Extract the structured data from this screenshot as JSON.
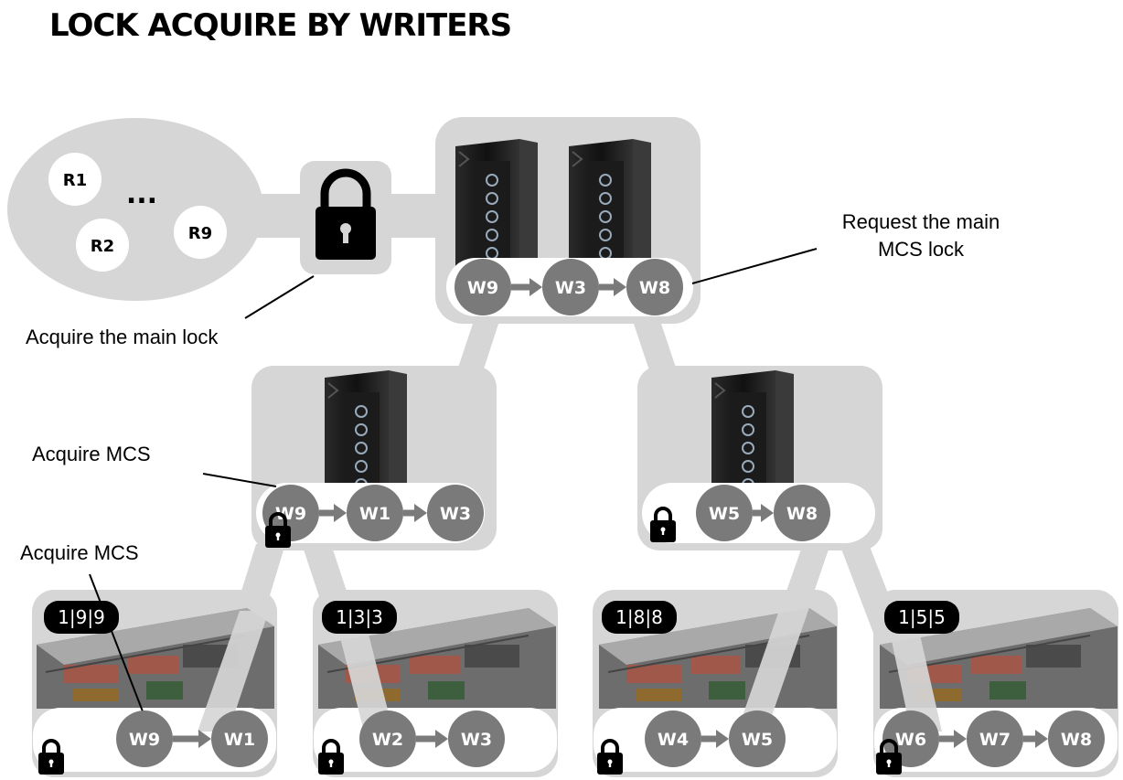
{
  "title": "LOCK ACQUIRE BY WRITERS",
  "annotations": {
    "request_main_mcs": [
      "Request the main",
      "MCS lock"
    ],
    "acquire_main_lock": "Acquire the main lock",
    "acquire_mcs_level2": "Acquire MCS",
    "acquire_mcs_level3": "Acquire MCS"
  },
  "readers": [
    "R1",
    "R2",
    "R9"
  ],
  "readers_ellipsis": "...",
  "root_queue": [
    "W9",
    "W3",
    "W8"
  ],
  "mid_left_queue": [
    "W9",
    "W1",
    "W3"
  ],
  "mid_right_queue": [
    "W5",
    "W8"
  ],
  "leaves": [
    {
      "badge": "1|9|9",
      "queue": [
        "W9",
        "W1"
      ]
    },
    {
      "badge": "1|3|3",
      "queue": [
        "W2",
        "W3"
      ]
    },
    {
      "badge": "1|8|8",
      "queue": [
        "W4",
        "W5"
      ]
    },
    {
      "badge": "1|5|5",
      "queue": [
        "W6",
        "W7",
        "W8"
      ]
    }
  ],
  "colors": {
    "panel": "#d6d6d6",
    "node": "#7a7a7a",
    "arrow": "#7a7a7a",
    "badge": "#000000"
  }
}
